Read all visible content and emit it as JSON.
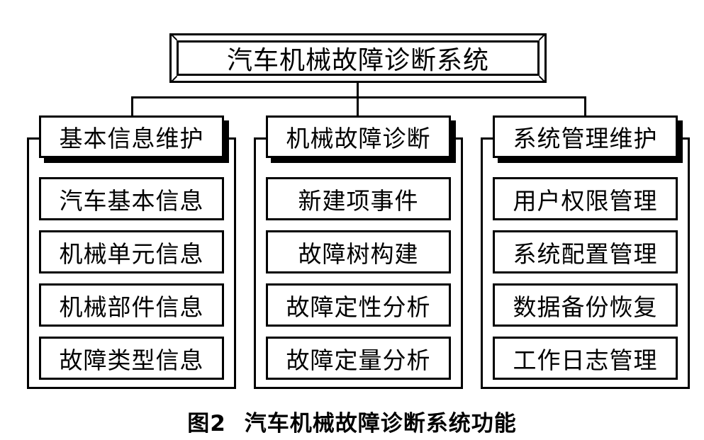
{
  "root": {
    "label": "汽车机械故障诊断系统"
  },
  "groups": [
    {
      "header": "基本信息维护",
      "items": [
        "汽车基本信息",
        "机械单元信息",
        "机械部件信息",
        "故障类型信息"
      ]
    },
    {
      "header": "机械故障诊断",
      "items": [
        "新建项事件",
        "故障树构建",
        "故障定性分析",
        "故障定量分析"
      ]
    },
    {
      "header": "系统管理维护",
      "items": [
        "用户权限管理",
        "系统配置管理",
        "数据备份恢复",
        "工作日志管理"
      ]
    }
  ],
  "caption": {
    "figure": "图2",
    "title": "汽车机械故障诊断系统功能"
  }
}
